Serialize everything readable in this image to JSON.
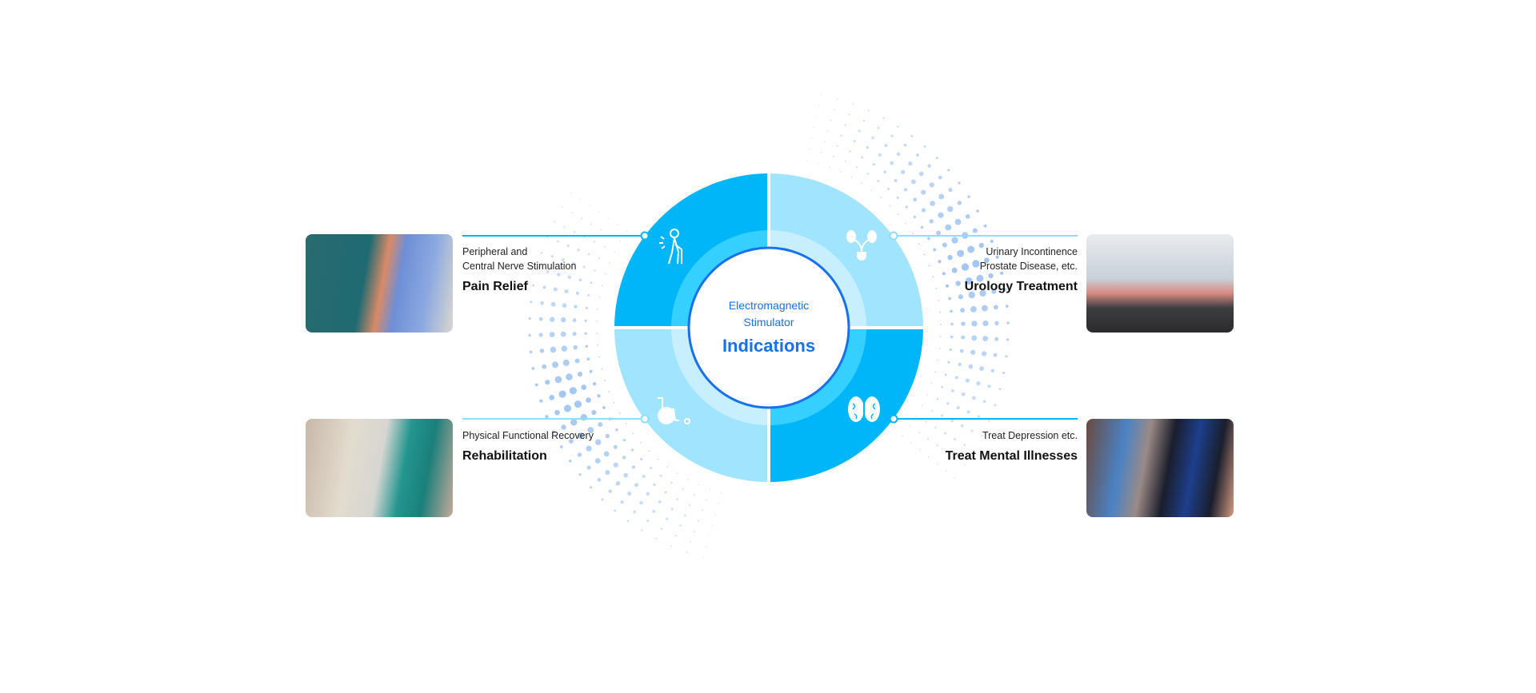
{
  "center": {
    "line1": "Electromagnetic",
    "line2": "Stimulator",
    "title": "Indications"
  },
  "items": [
    {
      "subtitle_lines": [
        "Peripheral and",
        "Central Nerve Stimulation"
      ],
      "title": "Pain Relief",
      "icon": "elderly-pain-icon"
    },
    {
      "subtitle_lines": [
        "Urinary Incontinence",
        "Prostate Disease, etc."
      ],
      "title": "Urology Treatment",
      "icon": "kidney-bladder-icon"
    },
    {
      "subtitle_lines": [
        "Physical Functional Recovery"
      ],
      "title": "Rehabilitation",
      "icon": "wheelchair-icon"
    },
    {
      "subtitle_lines": [
        "Treat Depression etc."
      ],
      "title": "Treat Mental Illnesses",
      "icon": "brain-icon"
    }
  ],
  "colors": {
    "dark": "#00b6f9",
    "light": "#a0e4fd",
    "ring_dark": "#35d0fe",
    "ring_light": "#c7effe",
    "accent": "#1670f0",
    "line_dark": "#00b6f9",
    "line_light": "#8fdcfb"
  }
}
